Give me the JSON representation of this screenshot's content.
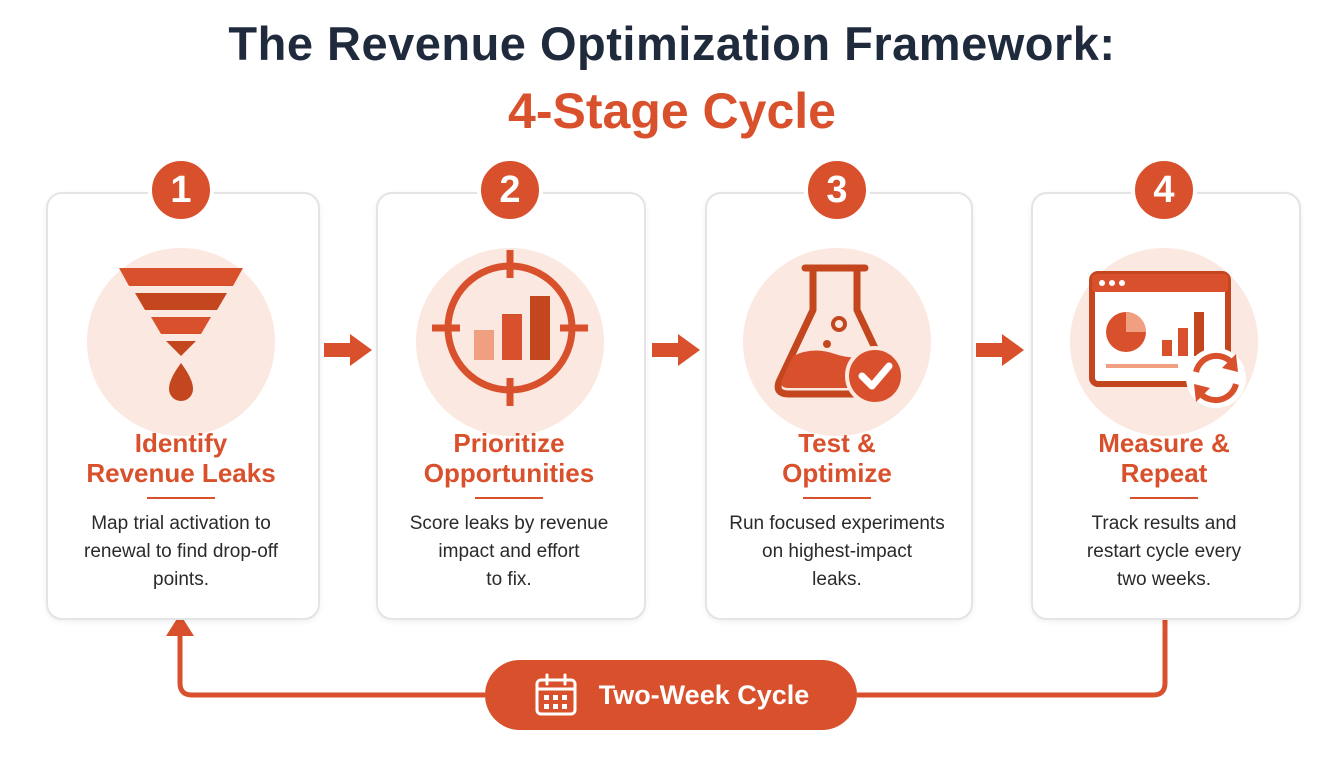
{
  "title": {
    "line1": "The Revenue Optimization Framework:",
    "line2": "4-Stage Cycle"
  },
  "stages": [
    {
      "number": "1",
      "title_line1": "Identify",
      "title_line2": "Revenue Leaks",
      "desc_line1": "Map trial activation to",
      "desc_line2": "renewal to find drop-off",
      "desc_line3": "points.",
      "icon": "funnel-icon"
    },
    {
      "number": "2",
      "title_line1": "Prioritize",
      "title_line2": "Opportunities",
      "desc_line1": "Score leaks by revenue",
      "desc_line2": "impact and effort",
      "desc_line3": "to fix.",
      "icon": "target-chart-icon"
    },
    {
      "number": "3",
      "title_line1": "Test &",
      "title_line2": "Optimize",
      "desc_line1": "Run focused experiments",
      "desc_line2": "on highest-impact",
      "desc_line3": "leaks.",
      "icon": "flask-check-icon"
    },
    {
      "number": "4",
      "title_line1": "Measure &",
      "title_line2": "Repeat",
      "desc_line1": "Track results and",
      "desc_line2": "restart cycle every",
      "desc_line3": "two weeks.",
      "icon": "dashboard-refresh-icon"
    }
  ],
  "cycle": {
    "label": "Two-Week Cycle",
    "icon": "calendar-icon"
  },
  "colors": {
    "accent": "#d9512c",
    "title": "#1f2a3c",
    "icon_bg": "#fbe8e0",
    "light_accent": "#f0a080"
  }
}
